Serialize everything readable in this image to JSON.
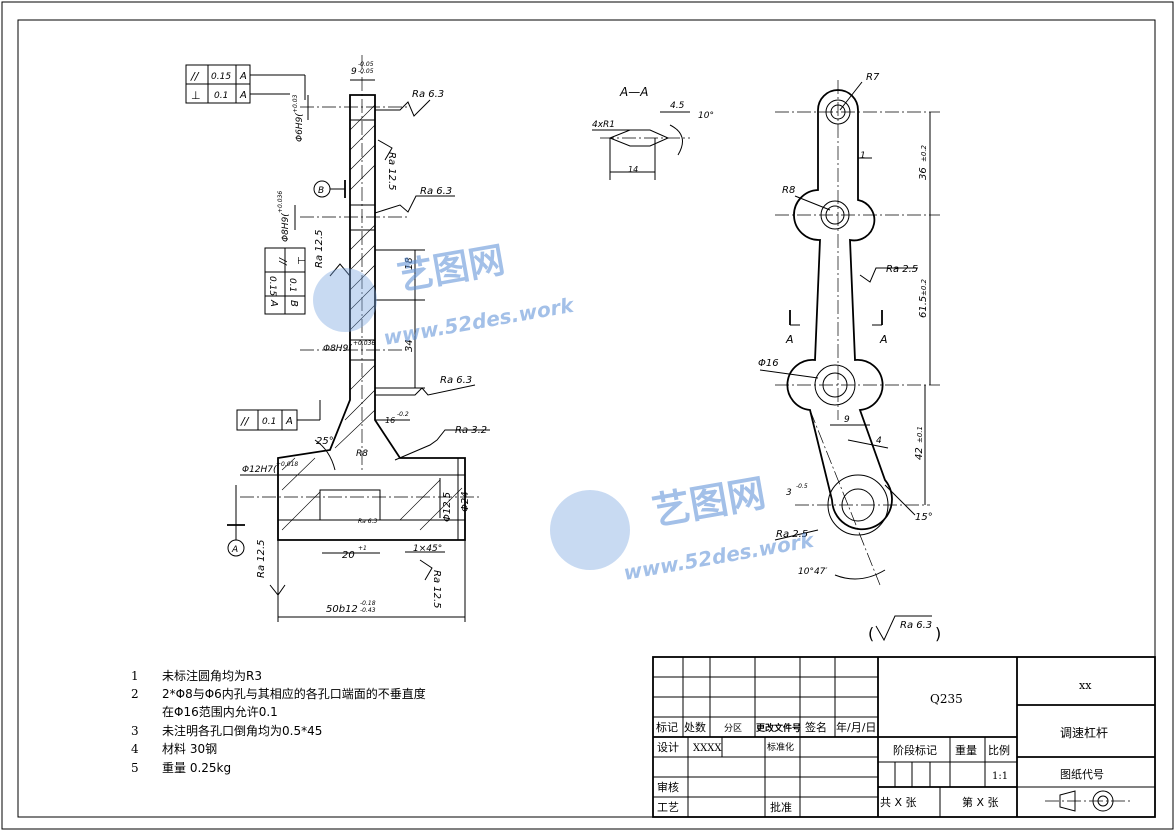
{
  "notes": [
    {
      "num": "1",
      "text": "未标注圆角均为R3"
    },
    {
      "num": "2",
      "text": "2*Φ8与Φ6内孔与其相应的各孔口端面的不垂直度"
    },
    {
      "num": "",
      "text": "在Φ16范围内允许0.1"
    },
    {
      "num": "3",
      "text": "未注明各孔口倒角均为0.5*45"
    },
    {
      "num": "4",
      "text": "材料 30钢"
    },
    {
      "num": "5",
      "text": "重量  0.25kg"
    }
  ],
  "title_block": {
    "material": "Q235",
    "company": "xx",
    "part_name": "调速杠杆",
    "drawing_no_label": "图纸代号",
    "scale": "1:1",
    "labels": {
      "mark": "标记",
      "count": "处数",
      "zone": "分区",
      "change_doc": "更改文件号",
      "signature": "签名",
      "date": "年/月/日",
      "design": "设计",
      "designer": "XXXX",
      "standardize": "标准化",
      "stage_mark": "阶段标记",
      "weight": "重量",
      "ratio": "比例",
      "review": "审核",
      "process": "工艺",
      "approve": "批准",
      "total_sheets": "共  X  张",
      "sheet_no": "第  X  张"
    }
  },
  "surface_finish_default": "Ra 6.3",
  "tolerance_frames": [
    {
      "symbol": "//",
      "value": "0.15",
      "datum": "A"
    },
    {
      "symbol": "⊥",
      "value": "0.1",
      "datum": "A"
    },
    {
      "symbol": "//",
      "value": "0.1",
      "datum": "A"
    },
    {
      "symbol": "//",
      "value": "0.15",
      "datum": "A"
    },
    {
      "symbol": "⊥",
      "value": "0.1",
      "datum": "B"
    }
  ],
  "datums": [
    "A",
    "B"
  ],
  "section_label": "A—A",
  "section_marks": [
    "A",
    "A"
  ],
  "dimensions_front": {
    "top_width": "9",
    "top_tol_plus": "-0.05",
    "top_tol_minus": "-0.05",
    "hole_top": "Φ6H9(",
    "hole_top_tol": "+0.03",
    "hole_mid": "Φ8H9(",
    "hole_mid_tol": "+0.036",
    "hole_lower": "Φ8H9(",
    "hole_lower_tol": "+0.036",
    "hole_bottom": "Φ12H7(",
    "hole_bottom_tol": "+0.018",
    "len_18": "18",
    "len_34": "34",
    "width_16": "16",
    "width_16_tol": "-0.2",
    "angle_25": "25°",
    "radius_r8": "R8",
    "dia_12_5": "Φ12.5",
    "dia_24": "Φ24",
    "groove": "20",
    "groove_tol": "+1",
    "chamfer": "1×45°",
    "overall": "50b12",
    "overall_tol": "-0.18",
    "overall_tol2": "-0.43",
    "ra": [
      "Ra 6.3",
      "Ra 12.5",
      "Ra 6.3",
      "Ra 12.5",
      "Ra 6.3",
      "Ra 3.2",
      "Ra 12.5",
      "Ra 12.5",
      "Ra 6.3"
    ]
  },
  "dimensions_section": {
    "chamfer_r": "4xR1",
    "dim_45": "4.5",
    "angle_10": "10°",
    "dim_14": "14"
  },
  "dimensions_side": {
    "r7": "R7",
    "r8": "R8",
    "one": "1",
    "d36": "36",
    "d36_tol": "±0.2",
    "d615": "61.5",
    "d615_tol": "±0.2",
    "phi16": "Φ16",
    "d9": "9",
    "d4": "4",
    "d42": "42",
    "d42_tol": "±0.1",
    "d3": "3",
    "d3_tol": "-0.5",
    "ra25a": "Ra 2.5",
    "ra25b": "Ra 2.5",
    "angle_15": "15°",
    "angle_1047": "10°47′"
  },
  "watermark": {
    "brand": "艺图网",
    "url": "www.52des.work"
  }
}
